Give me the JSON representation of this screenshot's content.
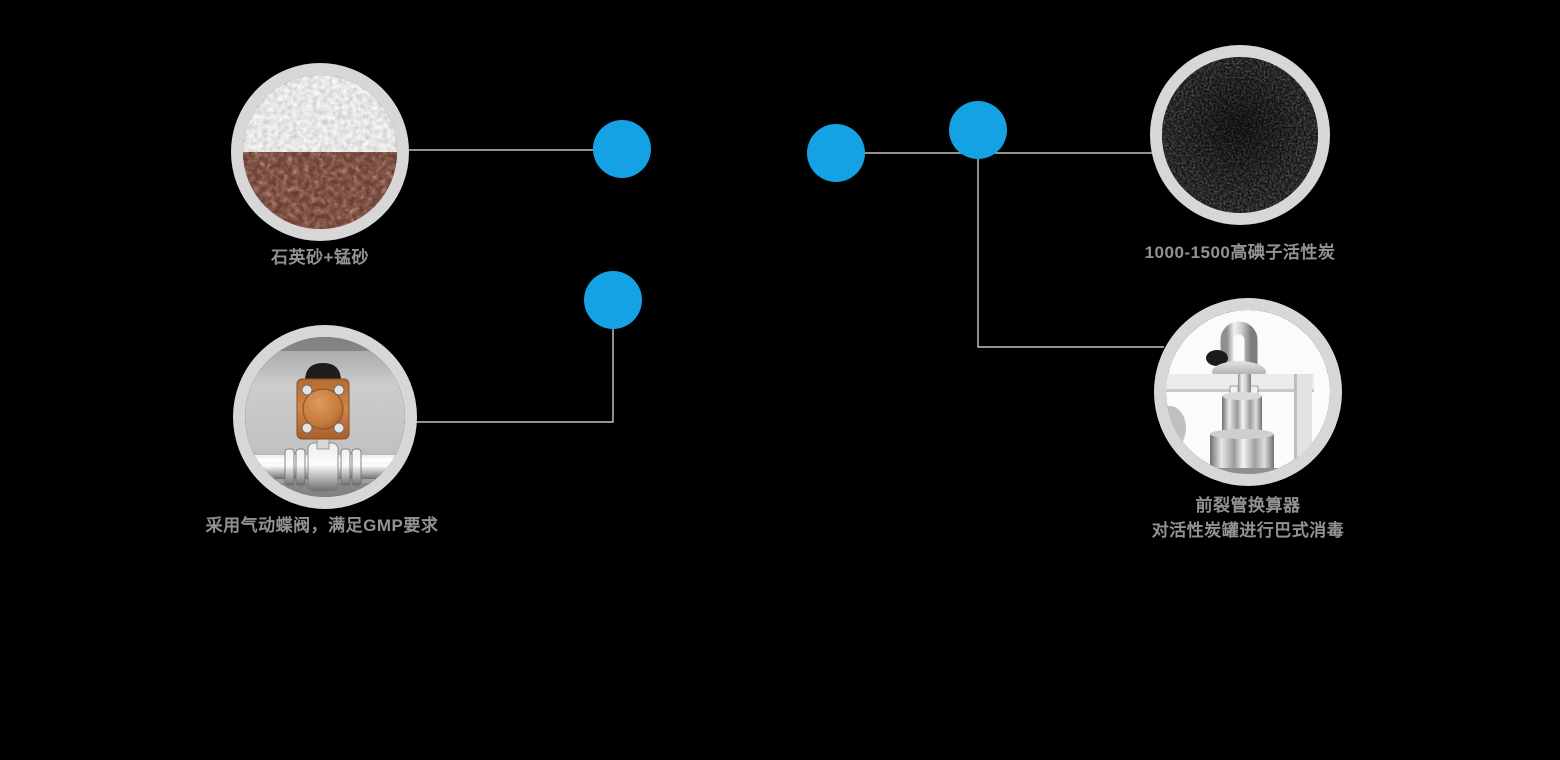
{
  "page": {
    "background": "#000000",
    "description": "water purification equipment feature diagram"
  },
  "colors": {
    "background": "#000000",
    "accent_blue": "#15a2e4",
    "ring_gray": "#d7d7d7",
    "label_gray": "#929292",
    "connector": "#eaeaea"
  },
  "features": {
    "quartz_manganese": {
      "label": "石英砂+锰砂",
      "image": "quartz-manganese-sand"
    },
    "activated_carbon": {
      "label": "1000-1500高碘子活性炭",
      "image": "activated-carbon-granules"
    },
    "pneumatic_valve": {
      "label": "采用气动蝶阀，满足GMP要求",
      "image": "pneumatic-butterfly-valve"
    },
    "heat_exchanger": {
      "label_line1": "前裂管换算器",
      "label_line2": "对活性炭罐进行巴式消毒",
      "image": "tubular-heat-exchanger"
    }
  }
}
